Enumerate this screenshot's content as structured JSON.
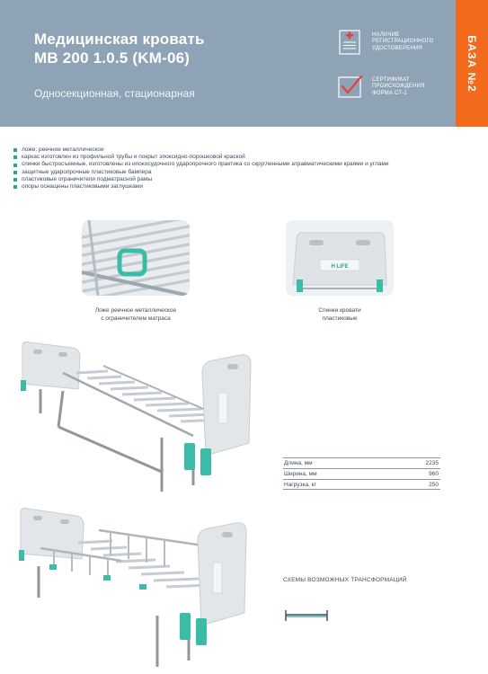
{
  "header": {
    "title_line1": "Медицинская кровать",
    "title_line2": "MB 200 1.0.5 (KM-06)",
    "subtitle": "Односекционная, стационарная",
    "certificates": [
      {
        "icon": "registration-document-icon",
        "lines": [
          "НАЛИЧИЕ",
          "РЕГИСТРАЦИОННОГО",
          "УДОСТОВЕРЕНИЯ"
        ]
      },
      {
        "icon": "certificate-check-icon",
        "lines": [
          "СЕРТИФИКАТ",
          "ПРОИСХОЖДЕНИЯ",
          "ФОРМА СТ-1"
        ]
      }
    ],
    "tab_label": "БАЗА №2"
  },
  "colors": {
    "header_bg": "#8ea3b6",
    "tab_bg": "#f26a1b",
    "accent_teal": "#2aa29a"
  },
  "features": [
    "ложе: реечное металлическое",
    "каркас изготовлен из профильной трубы и покрыт эпоксидно-порошковой краской",
    "спинки быстросъемные, изготовлены из ипокосудочного ударопрочного практика со скругленными атравматическими краями и углами",
    "защитные ударопрочные пластиковые бампера",
    "пластиковые ограничители подматрасной рамы",
    "опоры оснащены пластиковыми заглушками"
  ],
  "photos": [
    {
      "caption_line1": "Ложе реечное металлическое",
      "caption_line2": "с ограничителем матраса"
    },
    {
      "caption_line1": "Спинки кровати",
      "caption_line2": "пластиковые",
      "panel_label": "H LIFE"
    }
  ],
  "specs": [
    {
      "label": "Длина, мм",
      "value": "2235"
    },
    {
      "label": "Ширина, мм",
      "value": "960"
    },
    {
      "label": "Нагрузка, кг",
      "value": "250"
    }
  ],
  "schemes_title": "СХЕМЫ ВОЗМОЖНЫХ ТРАНСФОРМАЦИЙ"
}
